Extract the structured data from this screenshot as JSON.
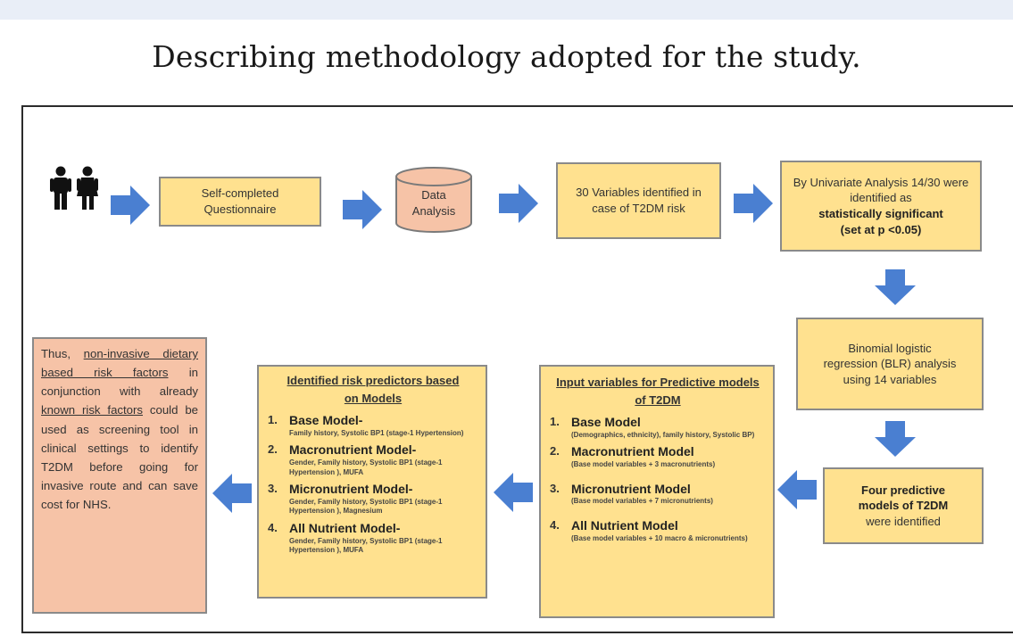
{
  "title": "Describing methodology adopted for the study.",
  "colors": {
    "box_fill": "#ffe18f",
    "conclusion_fill": "#f6c3a7",
    "cylinder_fill": "#f6c3a7",
    "arrow": "#4a7fd1"
  },
  "row1": {
    "questionnaire": "Self-completed Questionnaire",
    "data_analysis": "Data Analysis",
    "variables": "30 Variables identified in case of T2DM risk",
    "univariate_1": "By Univariate Analysis 14/30 were identified as",
    "univariate_2": "statistically significant",
    "univariate_3": "(set at p <0.05)"
  },
  "binomial": "Binomial logistic regression (BLR) analysis using 14 variables",
  "four_models": {
    "bold": "Four predictive models of T2DM",
    "normal": "were identified"
  },
  "input_vars": {
    "header": "Input variables for Predictive models of  T2DM",
    "items": [
      {
        "num": "1.",
        "title": "Base Model",
        "sub": "(Demographics, ethnicity), family history, Systolic BP)"
      },
      {
        "num": "2.",
        "title": "Macronutrient Model",
        "sub": "(Base model variables + 3 macronutrients)"
      },
      {
        "num": "3.",
        "title": "Micronutrient Model",
        "sub": "(Base model variables + 7 micronutrients)"
      },
      {
        "num": "4.",
        "title": "All Nutrient Model",
        "sub": "(Base model variables + 10 macro & micronutrients)"
      }
    ]
  },
  "predictors": {
    "header": "Identified risk predictors based on Models",
    "items": [
      {
        "num": "1.",
        "title": "Base Model-",
        "sub": "Family history, Systolic BP1 (stage-1 Hypertension)"
      },
      {
        "num": "2.",
        "title": "Macronutrient Model-",
        "sub": "Gender, Family history, Systolic BP1 (stage-1 Hypertension ), MUFA"
      },
      {
        "num": "3.",
        "title": "Micronutrient Model-",
        "sub": "Gender, Family history, Systolic BP1 (stage-1 Hypertension ), Magnesium"
      },
      {
        "num": "4.",
        "title": "All Nutrient Model-",
        "sub": "Gender, Family history, Systolic BP1 (stage-1 Hypertension ), MUFA"
      }
    ]
  },
  "conclusion": {
    "p1": "Thus, ",
    "u1": "non-invasive dietary based risk factors",
    "p2": " in conjunction with already ",
    "u2": "known risk factors",
    "p3": " could be used as screening tool in clinical settings to identify T2DM before going for invasive route and can save cost for NHS."
  }
}
